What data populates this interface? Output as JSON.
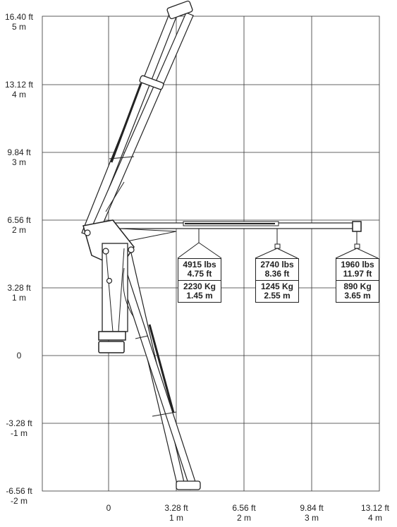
{
  "y_axis": [
    {
      "ft": "16.40 ft",
      "m": "5 m"
    },
    {
      "ft": "13.12 ft",
      "m": "4 m"
    },
    {
      "ft": "9.84 ft",
      "m": "3 m"
    },
    {
      "ft": "6.56 ft",
      "m": "2 m"
    },
    {
      "ft": "3.28 ft",
      "m": "1 m"
    },
    {
      "ft": "0",
      "m": ""
    },
    {
      "ft": "-3.28 ft",
      "m": "-1 m"
    },
    {
      "ft": "-6.56 ft",
      "m": "-2 m"
    }
  ],
  "x_axis": [
    {
      "ft": "0",
      "m": ""
    },
    {
      "ft": "3.28 ft",
      "m": "1 m"
    },
    {
      "ft": "6.56 ft",
      "m": "2 m"
    },
    {
      "ft": "9.84 ft",
      "m": "3 m"
    },
    {
      "ft": "13.12 ft",
      "m": "4 m"
    }
  ],
  "loads": [
    {
      "lbs": "4915 lbs",
      "ft": "4.75 ft",
      "kg": "2230 Kg",
      "m": "1.45 m"
    },
    {
      "lbs": "2740 lbs",
      "ft": "8.36 ft",
      "kg": "1245 Kg",
      "m": "2.55 m"
    },
    {
      "lbs": "1960 lbs",
      "ft": "11.97 ft",
      "kg": "890 Kg",
      "m": "3.65 m"
    }
  ]
}
